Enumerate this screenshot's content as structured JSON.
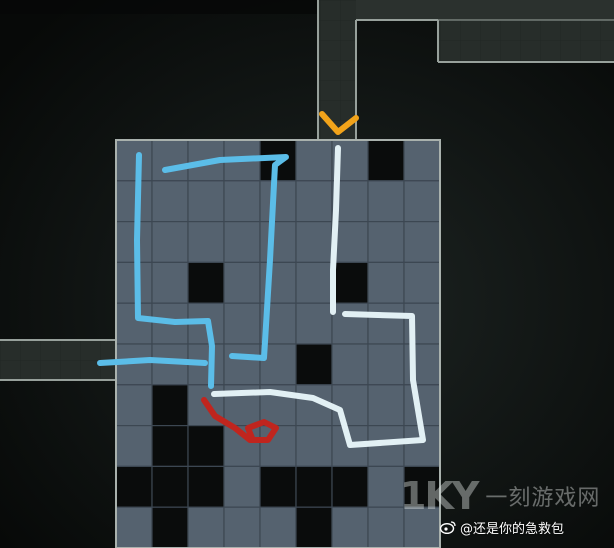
{
  "maze": {
    "cols": 9,
    "rows": 10,
    "blocked_cells": [
      [
        4,
        0
      ],
      [
        7,
        0
      ],
      [
        2,
        3
      ],
      [
        6,
        3
      ],
      [
        5,
        5
      ],
      [
        1,
        6
      ],
      [
        1,
        7
      ],
      [
        2,
        7
      ],
      [
        0,
        8
      ],
      [
        1,
        8
      ],
      [
        2,
        8
      ],
      [
        4,
        8
      ],
      [
        5,
        8
      ],
      [
        6,
        8
      ],
      [
        8,
        8
      ],
      [
        1,
        9
      ],
      [
        5,
        9
      ]
    ],
    "floor_color": "#55626f",
    "grid_line_color": "#3c4752",
    "blocked_color": "#0a0c0c",
    "frame_color": "#a9b1ad",
    "corridor_color": "#2a302d"
  },
  "paths": {
    "blue_color": "#5bbde8",
    "white_color": "#e2f0f4",
    "red_color": "#c0251e",
    "start_arrow_color": "#f2a31a"
  },
  "watermark": {
    "logo_mark": "1KY",
    "logo_text": "一刻游戏网",
    "credit": "@还是你的急救包"
  }
}
